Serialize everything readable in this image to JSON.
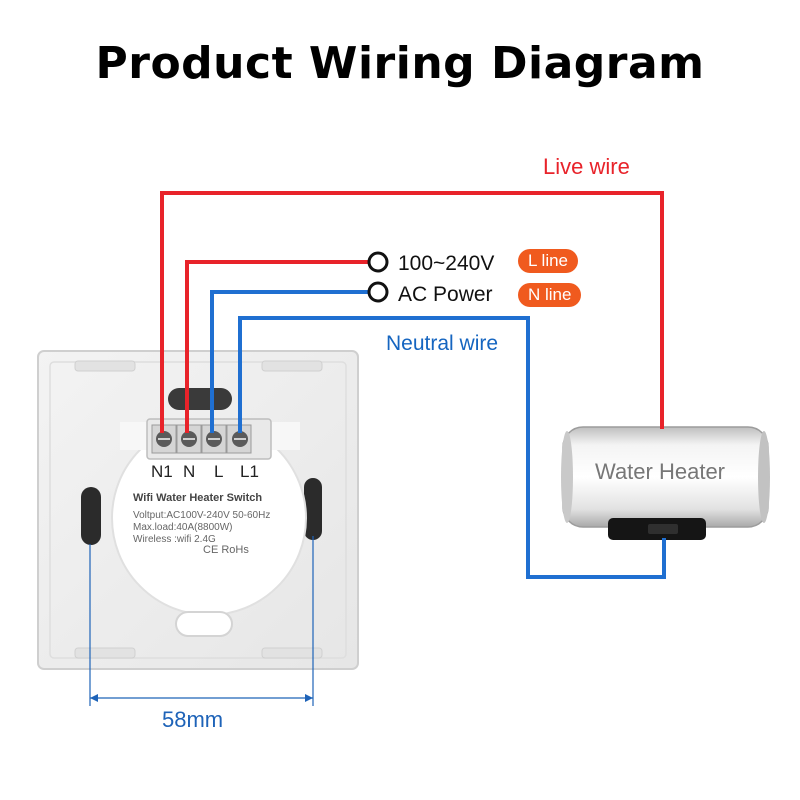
{
  "title": "Product Wiring Diagram",
  "labels": {
    "live_wire": "Live wire",
    "neutral_wire": "Neutral wire",
    "voltage": "100~240V",
    "ac_power": "AC Power",
    "l_line": "L line",
    "n_line": "N line",
    "water_heater": "Water Heater",
    "width_dimension": "58mm"
  },
  "switch": {
    "terminals": [
      "N1",
      "N",
      "L",
      "L1"
    ],
    "product_name": "Wifi Water Heater Switch",
    "voltage_spec": "Voltput:AC100V-240V  50-60Hz",
    "load_spec": "Max.load:40A(8800W)",
    "wireless_spec": "Wireless :wifi 2.4G",
    "certifications": "CE RoHs"
  },
  "colors": {
    "live": "#e8232a",
    "neutral": "#1f6fd1",
    "badge": "#f05a1e",
    "dimension": "#1e63b8"
  }
}
